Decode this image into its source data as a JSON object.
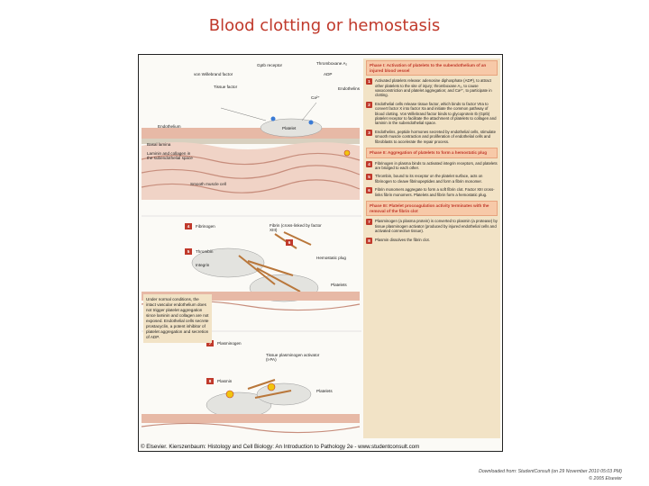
{
  "slide": {
    "title": "Blood clotting or hemostasis",
    "footer_line1": "Downloaded from: StudentConsult (on 29 November 2010 05:03 PM)",
    "footer_line2": "© 2005 Elsevier"
  },
  "figure": {
    "caption": "© Elsevier. Kierszenbaum: Histology and Cell Biology: An Introduction to Pathology 2e - www.studentconsult.com",
    "labels": {
      "gp1b_receptor": "GpIb receptor",
      "thromboxane": "Thromboxane A₂",
      "von_willebrand": "von Willebrand factor",
      "adp": "ADP",
      "tissue_factor": "Tissue factor",
      "endothelins": "Endothelins",
      "ca2": "Ca²⁺",
      "platelet": "Platelet",
      "endothelium": "Endothelium",
      "basal_lamina": "Basal lamina",
      "laminin": "Laminin and collagen in the subendothelial space",
      "smooth_muscle": "Smooth muscle cell",
      "fibrinogen": "Fibrinogen",
      "fibrin_crosslinked": "Fibrin (cross-linked by factor XIII)",
      "thrombin": "Thrombin",
      "integrin": "Integrin",
      "hemostatic_plug": "Hemostatic plug",
      "platelets": "Platelets",
      "plasminogen": "Plasminogen",
      "tpa": "Tissue plasminogen activator (t-PA)",
      "plasmin": "Plasmin",
      "platelets2": "Platelets"
    },
    "note": "Under normal conditions, the intact vascular endothelium does not trigger platelet aggregation since laminin and collagen are not exposed. Endothelial cells secrete prostacyclin, a potent inhibitor of platelet aggregation and secretion of ADP."
  },
  "phases": [
    {
      "title": "Phase I: Activation of platelets to the subendothelium of an injured blood vessel",
      "steps": [
        {
          "n": "1",
          "text": "Activated platelets release: adenosine diphosphate (ADP), to attract other platelets to the site of injury; thromboxane A₂, to cause vasoconstriction and platelet aggregation; and Ca²⁺, to participate in clotting."
        },
        {
          "n": "2",
          "text": "Endothelial cells release tissue factor, which binds to factor VIIa to convert factor X into factor Xa and initiate the common pathway of blood clotting. Von Willebrand factor binds to glycoprotein Ib (GpIb) platelet receptor to facilitate the attachment of platelets to collagen and laminin in the subendothelial space."
        },
        {
          "n": "3",
          "text": "Endothelins, peptide hormones secreted by endothelial cells, stimulate smooth muscle contraction and proliferation of endothelial cells and fibroblasts to accelerate the repair process."
        }
      ]
    },
    {
      "title": "Phase II: Aggregation of platelets to form a hemostatic plug",
      "steps": [
        {
          "n": "4",
          "text": "Fibrinogen in plasma binds to activated integrin receptors, and platelets are bridged to each other."
        },
        {
          "n": "5",
          "text": "Thrombin, bound to its receptor on the platelet surface, acts on fibrinogen to cleave fibrinopeptides and form a fibrin monomer."
        },
        {
          "n": "6",
          "text": "Fibrin monomers aggregate to form a soft fibrin clot. Factor XIII cross-links fibrin monomers. Platelets and fibrin form a hemostatic plug."
        }
      ]
    },
    {
      "title": "Phase III: Platelet procoagulation activity terminates with the removal of the fibrin clot",
      "steps": [
        {
          "n": "7",
          "text": "Plasminogen (a plasma protein) is converted to plasmin (a protease) by tissue plasminogen activator (produced by injured endothelial cells and activated connective tissue)."
        },
        {
          "n": "8",
          "text": "Plasmin dissolves the fibrin clot."
        }
      ]
    }
  ]
}
